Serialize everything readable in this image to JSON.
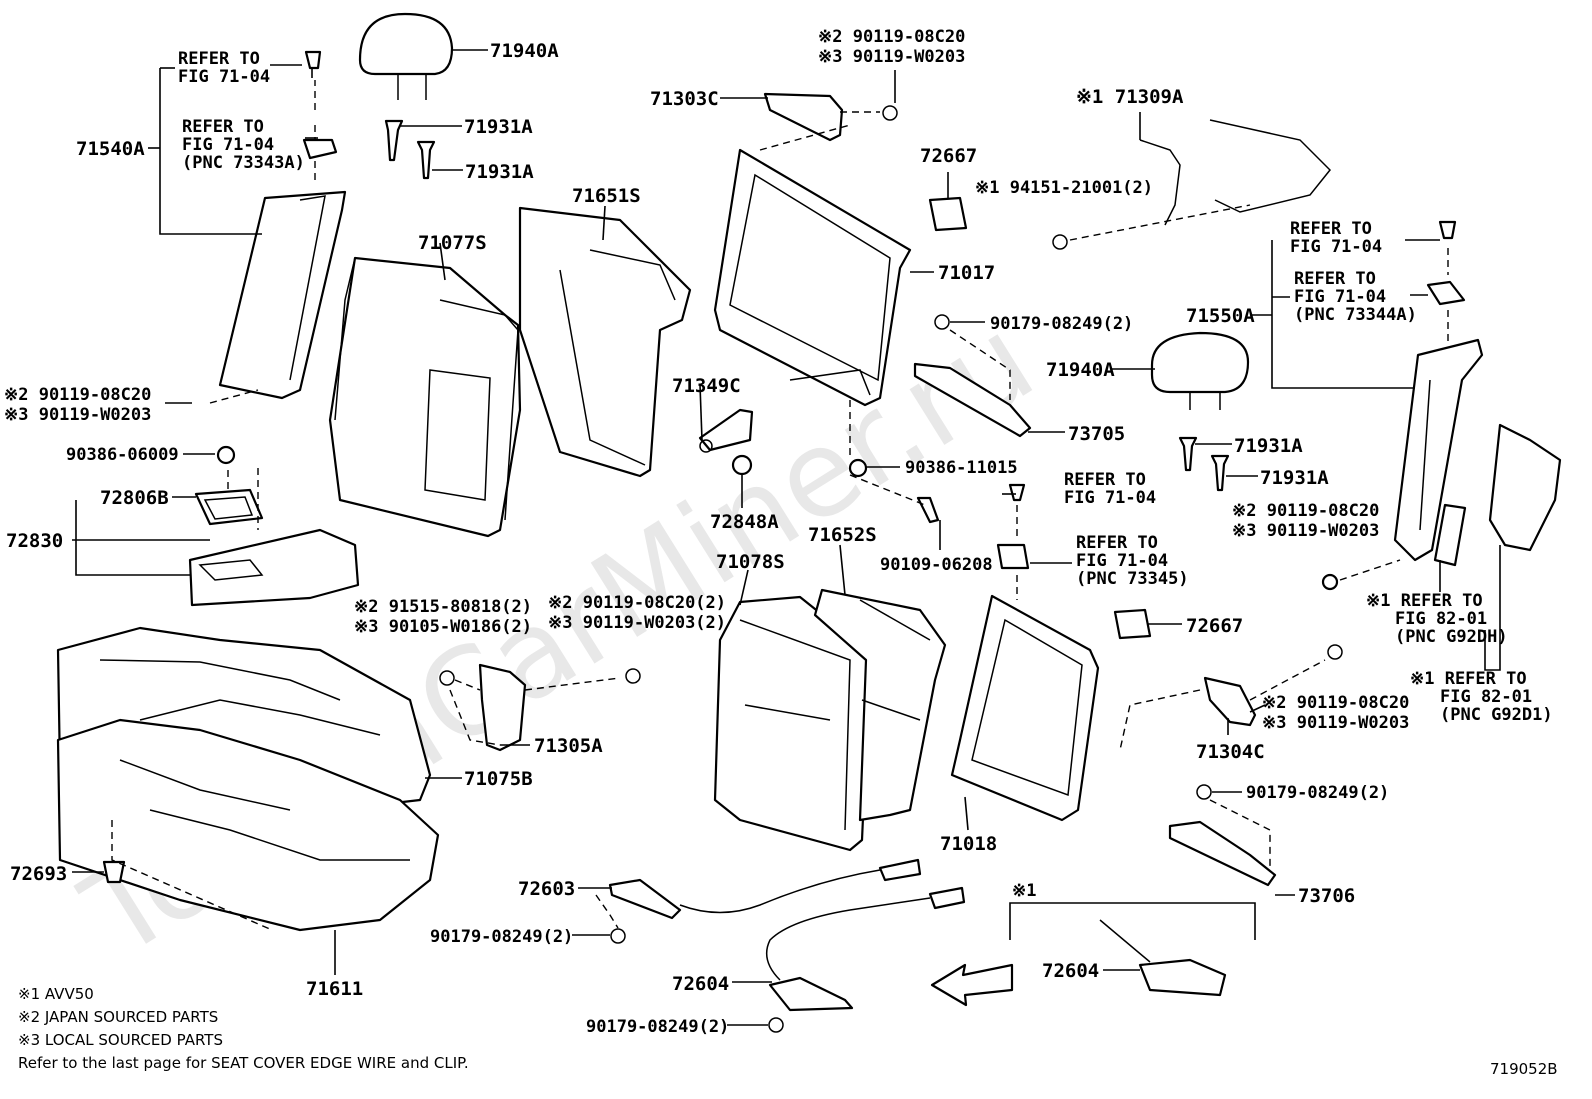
{
  "watermark": "ToyotaCarMiner.ru",
  "diagram_code": "719052B",
  "notes": [
    "※1 AVV50",
    "※2 JAPAN SOURCED PARTS",
    "※3 LOCAL SOURCED PARTS",
    "Refer to the last page for SEAT COVER EDGE WIRE and CLIP."
  ],
  "callouts": {
    "c71540A": "71540A",
    "c71540A_ref1_a": "REFER TO",
    "c71540A_ref1_b": "FIG 71-04",
    "c71540A_ref2_a": "REFER TO",
    "c71540A_ref2_b": "FIG 71-04",
    "c71540A_ref2_c": "(PNC 73343A)",
    "c71940A_top": "71940A",
    "c71931A_1": "71931A",
    "c71931A_2": "71931A",
    "c90119_left_a": "※2 90119-08C20",
    "c90119_left_b": "※3 90119-W0203",
    "c71077S": "71077S",
    "c71651S": "71651S",
    "c90386_06009": "90386-06009",
    "c72806B": "72806B",
    "c72830": "72830",
    "c90119_top_a": "※2 90119-08C20",
    "c90119_top_b": "※3 90119-W0203",
    "c71303C": "71303C",
    "c72667_top": "72667",
    "c71017": "71017",
    "c71349C": "71349C",
    "c72848A": "72848A",
    "c90386_11015": "90386-11015",
    "c90109_06208": "90109-06208",
    "c71309A": "※1  71309A",
    "c94151": "※1 94151-21001(2)",
    "c90179_08249_a": "90179-08249(2)",
    "c73705": "73705",
    "c71940A_right": "71940A",
    "c71931A_3": "71931A",
    "c71931A_4": "71931A",
    "c71550A": "71550A",
    "c71550A_ref1_a": "REFER TO",
    "c71550A_ref1_b": "FIG 71-04",
    "c71550A_ref2_a": "REFER TO",
    "c71550A_ref2_b": "FIG 71-04",
    "c71550A_ref2_c": "(PNC 73344A)",
    "c90119_right_a": "※2 90119-08C20",
    "c90119_right_b": "※3 90119-W0203",
    "c82_01_a_1": "※1 REFER TO",
    "c82_01_a_2": "FIG 82-01",
    "c82_01_a_3": "(PNC G92DH)",
    "c82_01_b_1": "※1 REFER TO",
    "c82_01_b_2": "FIG 82-01",
    "c82_01_b_3": "(PNC G92D1)",
    "c_mid_ref1_a": "REFER TO",
    "c_mid_ref1_b": "FIG 71-04",
    "c_mid_ref2_a": "REFER TO",
    "c_mid_ref2_b": "FIG 71-04",
    "c_mid_ref2_c": "(PNC 73345)",
    "c72667_mid": "72667",
    "c71078S": "71078S",
    "c71652S": "71652S",
    "c91515_a": "※2 91515-80818(2)",
    "c91515_b": "※3 90105-W0186(2)",
    "c90119_mid_a": "※2 90119-08C20(2)",
    "c90119_mid_b": "※3 90119-W0203(2)",
    "c71305A": "71305A",
    "c71075B": "71075B",
    "c71304C_a": "※2 90119-08C20",
    "c71304C_b": "※3 90119-W0203",
    "c71304C": "71304C",
    "c71018": "71018",
    "c90179_08249_b": "90179-08249(2)",
    "c73706": "73706",
    "c72693": "72693",
    "c71611": "71611",
    "c72603": "72603",
    "c90179_08249_c": "90179-08249(2)",
    "c72604_a": "72604",
    "c90179_08249_d": "90179-08249(2)",
    "c_star1_box": "※1",
    "c72604_b": "72604"
  }
}
